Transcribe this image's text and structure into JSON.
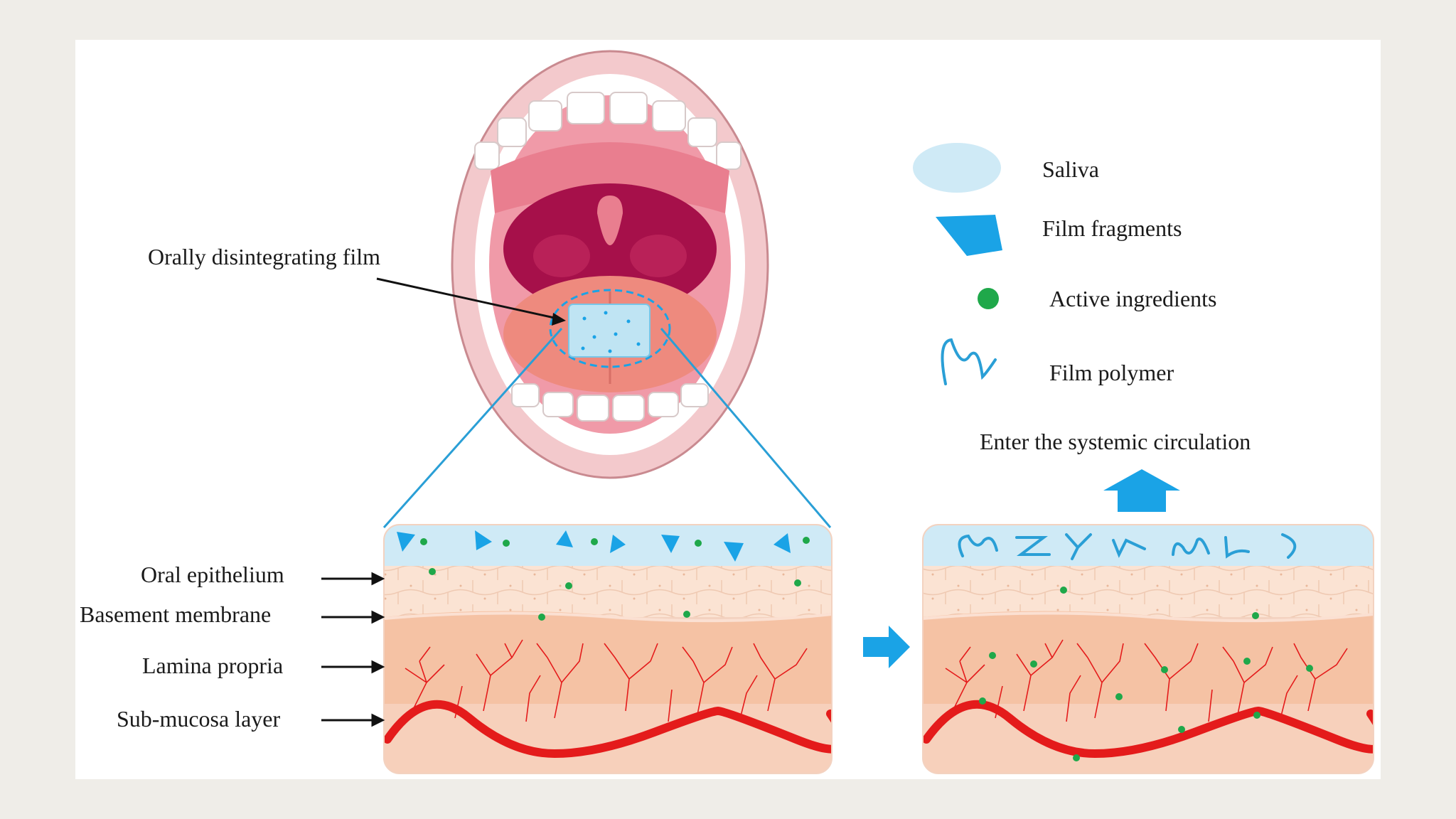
{
  "colors": {
    "background": "#efede8",
    "panel": "#ffffff",
    "saliva": "#cfeaf6",
    "film_fragment": "#1aa3e6",
    "active_ingredient": "#1fa84a",
    "film_polymer": "#2a9fd6",
    "epithelium": "#fbe3d3",
    "lamina": "#f6c5a8",
    "vessel": "#e41b1b",
    "arrow": "#1aa3e6"
  },
  "icons": {
    "mouth": "open-mouth-illustration",
    "saliva": "ellipse",
    "film_fragments": "quadrilateral",
    "active_ingredients": "dot",
    "film_polymer": "squiggle",
    "process_arrow": "right-arrow",
    "circulation_arrow": "up-arrow"
  },
  "mouth": {
    "film_label": "Orally disintegrating film"
  },
  "legend": {
    "items": [
      {
        "label": "Saliva",
        "icon": "saliva"
      },
      {
        "label": "Film fragments",
        "icon": "film_fragments"
      },
      {
        "label": "Active ingredients",
        "icon": "active_ingredients"
      },
      {
        "label": "Film polymer",
        "icon": "film_polymer"
      }
    ]
  },
  "layers": {
    "labels": [
      "Oral epithelium",
      "Basement membrane",
      "Lamina propria",
      "Sub-mucosa layer"
    ]
  },
  "circulation": {
    "label": "Enter the systemic circulation"
  }
}
